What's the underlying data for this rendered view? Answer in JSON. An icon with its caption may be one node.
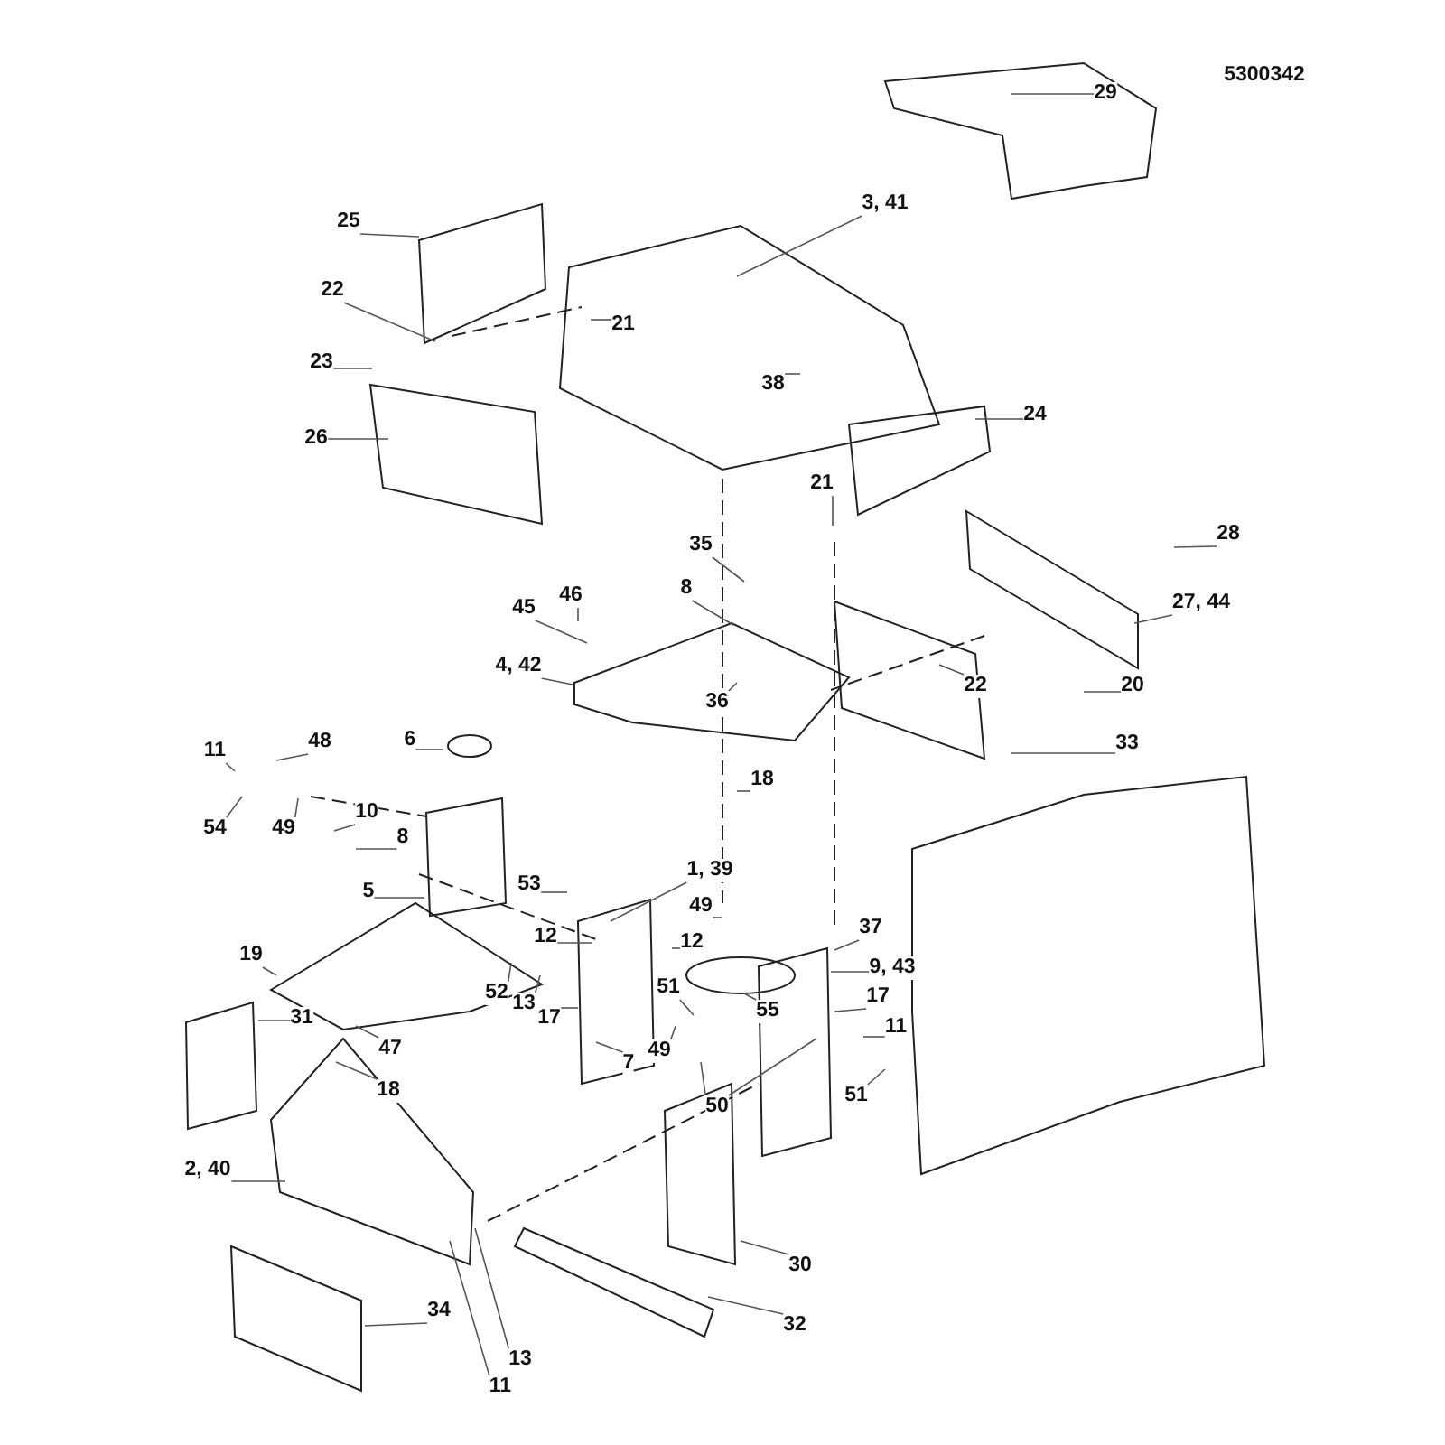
{
  "diagram": {
    "nodes": [
      {
        "text": [
          "29"
        ]
      },
      {
        "text": [
          "25"
        ]
      },
      {
        "text": [
          "3, 41"
        ]
      },
      {
        "text": [
          "22"
        ]
      },
      {
        "text": [
          "21"
        ]
      },
      {
        "text": [
          "23"
        ]
      },
      {
        "text": [
          "38"
        ]
      },
      {
        "text": [
          "24"
        ]
      },
      {
        "text": [
          "26"
        ]
      },
      {
        "text": [
          "21"
        ]
      },
      {
        "text": [
          "28"
        ]
      },
      {
        "text": [
          "35"
        ]
      },
      {
        "text": [
          "8"
        ]
      },
      {
        "text": [
          "27, 44"
        ]
      },
      {
        "text": [
          "45"
        ]
      },
      {
        "text": [
          "46"
        ]
      },
      {
        "text": [
          "4, 42"
        ]
      },
      {
        "text": [
          "22"
        ]
      },
      {
        "text": [
          "20"
        ]
      },
      {
        "text": [
          "36"
        ]
      },
      {
        "text": [
          "6"
        ]
      },
      {
        "text": [
          "48"
        ]
      },
      {
        "text": [
          "11"
        ]
      },
      {
        "text": [
          "33"
        ]
      },
      {
        "text": [
          "18"
        ]
      },
      {
        "text": [
          "54"
        ]
      },
      {
        "text": [
          "49"
        ]
      },
      {
        "text": [
          "10"
        ]
      },
      {
        "text": [
          "8"
        ]
      },
      {
        "text": [
          "55"
        ]
      },
      {
        "text": [
          "1, 39"
        ]
      },
      {
        "text": [
          "53"
        ]
      },
      {
        "text": [
          "5"
        ]
      },
      {
        "text": [
          "49"
        ]
      },
      {
        "text": [
          "37"
        ]
      },
      {
        "text": [
          "12"
        ]
      },
      {
        "text": [
          "12"
        ]
      },
      {
        "text": [
          "19"
        ]
      },
      {
        "text": [
          "9, 43"
        ]
      },
      {
        "text": [
          "51"
        ]
      },
      {
        "text": [
          "17"
        ]
      },
      {
        "text": [
          "52"
        ]
      },
      {
        "text": [
          "13"
        ]
      },
      {
        "text": [
          "11"
        ]
      },
      {
        "text": [
          "17"
        ]
      },
      {
        "text": [
          "31"
        ]
      },
      {
        "text": [
          "47"
        ]
      },
      {
        "text": [
          "49"
        ]
      },
      {
        "text": [
          "7"
        ]
      },
      {
        "text": [
          "18"
        ]
      },
      {
        "text": [
          "51"
        ]
      },
      {
        "text": [
          "50"
        ]
      },
      {
        "text": [
          "2, 40"
        ]
      },
      {
        "text": [
          "30"
        ]
      },
      {
        "text": [
          "34"
        ]
      },
      {
        "text": [
          "32"
        ]
      },
      {
        "text": [
          "13"
        ]
      },
      {
        "text": [
          "11"
        ]
      }
    ],
    "edges": [
      {
        "from": 0,
        "to": null,
        "arrow": "none"
      },
      {
        "from": 1,
        "to": null,
        "arrow": "none"
      },
      {
        "from": 2,
        "to": null,
        "arrow": "none"
      },
      {
        "from": 3,
        "to": null,
        "arrow": "none"
      },
      {
        "from": 4,
        "to": null,
        "arrow": "none"
      },
      {
        "from": 5,
        "to": null,
        "arrow": "none"
      },
      {
        "from": 6,
        "to": null,
        "arrow": "none"
      },
      {
        "from": 7,
        "to": null,
        "arrow": "none"
      },
      {
        "from": 8,
        "to": null,
        "arrow": "none"
      },
      {
        "from": 9,
        "to": null,
        "arrow": "none"
      },
      {
        "from": 10,
        "to": null,
        "arrow": "none"
      },
      {
        "from": 11,
        "to": null,
        "arrow": "none"
      },
      {
        "from": 12,
        "to": null,
        "arrow": "none"
      },
      {
        "from": 13,
        "to": null,
        "arrow": "none"
      },
      {
        "from": 14,
        "to": null,
        "arrow": "none"
      },
      {
        "from": 15,
        "to": null,
        "arrow": "none"
      },
      {
        "from": 16,
        "to": null,
        "arrow": "none"
      },
      {
        "from": 17,
        "to": null,
        "arrow": "none"
      },
      {
        "from": 18,
        "to": null,
        "arrow": "none"
      },
      {
        "from": 19,
        "to": null,
        "arrow": "none"
      },
      {
        "from": 20,
        "to": null,
        "arrow": "none"
      },
      {
        "from": 21,
        "to": null,
        "arrow": "none"
      },
      {
        "from": 22,
        "to": null,
        "arrow": "none"
      },
      {
        "from": 23,
        "to": null,
        "arrow": "none"
      },
      {
        "from": 24,
        "to": null,
        "arrow": "none"
      },
      {
        "from": 25,
        "to": null,
        "arrow": "none"
      },
      {
        "from": 26,
        "to": null,
        "arrow": "none"
      },
      {
        "from": 27,
        "to": null,
        "arrow": "none"
      },
      {
        "from": 28,
        "to": null,
        "arrow": "none"
      },
      {
        "from": 29,
        "to": null,
        "arrow": "none"
      },
      {
        "from": 30,
        "to": null,
        "arrow": "none"
      },
      {
        "from": 31,
        "to": null,
        "arrow": "none"
      },
      {
        "from": 32,
        "to": null,
        "arrow": "none"
      },
      {
        "from": 33,
        "to": null,
        "arrow": "none"
      },
      {
        "from": 34,
        "to": null,
        "arrow": "none"
      },
      {
        "from": 35,
        "to": null,
        "arrow": "none"
      },
      {
        "from": 36,
        "to": null,
        "arrow": "none"
      },
      {
        "from": 37,
        "to": null,
        "arrow": "none"
      },
      {
        "from": 38,
        "to": null,
        "arrow": "none"
      },
      {
        "from": 39,
        "to": null,
        "arrow": "none"
      },
      {
        "from": 40,
        "to": null,
        "arrow": "none"
      },
      {
        "from": 41,
        "to": null,
        "arrow": "none"
      },
      {
        "from": 42,
        "to": null,
        "arrow": "none"
      },
      {
        "from": 43,
        "to": null,
        "arrow": "none"
      },
      {
        "from": 44,
        "to": null,
        "arrow": "none"
      },
      {
        "from": 45,
        "to": null,
        "arrow": "none"
      },
      {
        "from": 46,
        "to": null,
        "arrow": "none"
      },
      {
        "from": 47,
        "to": null,
        "arrow": "none"
      },
      {
        "from": 48,
        "to": null,
        "arrow": "none"
      },
      {
        "from": 49,
        "to": null,
        "arrow": "none"
      },
      {
        "from": 50,
        "to": null,
        "arrow": "none"
      },
      {
        "from": 51,
        "to": null,
        "arrow": "none"
      },
      {
        "from": 51,
        "to": null,
        "arrow": "none"
      },
      {
        "from": 52,
        "to": null,
        "arrow": "none"
      },
      {
        "from": 53,
        "to": null,
        "arrow": "none"
      },
      {
        "from": 54,
        "to": null,
        "arrow": "none"
      },
      {
        "from": 55,
        "to": null,
        "arrow": "none"
      },
      {
        "from": 56,
        "to": null,
        "arrow": "none"
      },
      {
        "from": 57,
        "to": null,
        "arrow": "none"
      }
    ],
    "labels": [
      "5300342"
    ]
  }
}
